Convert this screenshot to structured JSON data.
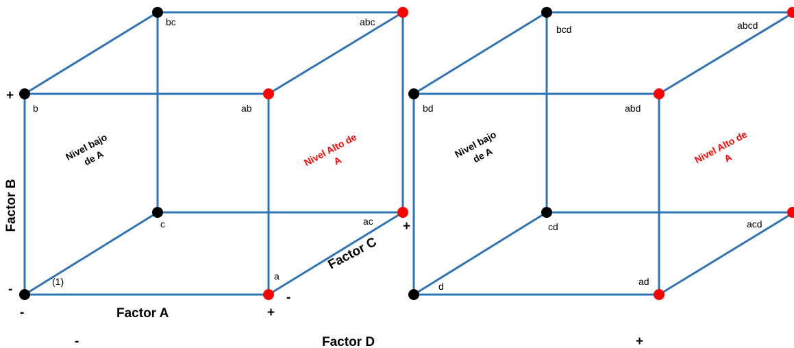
{
  "colors": {
    "edge": "#2e74b5",
    "low_node": "#000000",
    "high_node": "#ff0000",
    "high_text": "#ff0000",
    "low_text": "#000000"
  },
  "cube1": {
    "labels": {
      "one": "(1)",
      "a": "a",
      "b": "b",
      "ab": "ab",
      "c": "c",
      "ac": "ac",
      "bc": "bc",
      "abc": "abc"
    },
    "region_low": [
      "Nivel bajo",
      "de A"
    ],
    "region_high": [
      "Nivel Alto de",
      "A"
    ],
    "axis_a": "Factor A",
    "axis_b": "Factor B",
    "axis_c": "Factor C",
    "sign_a_low": "-",
    "sign_a_high": "+",
    "sign_b_low": "-",
    "sign_b_high": "+",
    "sign_c_low": "-",
    "sign_c_high": "+"
  },
  "cube2": {
    "labels": {
      "d": "d",
      "ad": "ad",
      "bd": "bd",
      "abd": "abd",
      "cd": "cd",
      "acd": "acd",
      "bcd": "bcd",
      "abcd": "abcd"
    },
    "region_low": [
      "Nivel bajo",
      "de A"
    ],
    "region_high": [
      "Nivel Alto de",
      "A"
    ]
  },
  "factor_d": {
    "label": "Factor D",
    "low": "-",
    "high": "+"
  }
}
